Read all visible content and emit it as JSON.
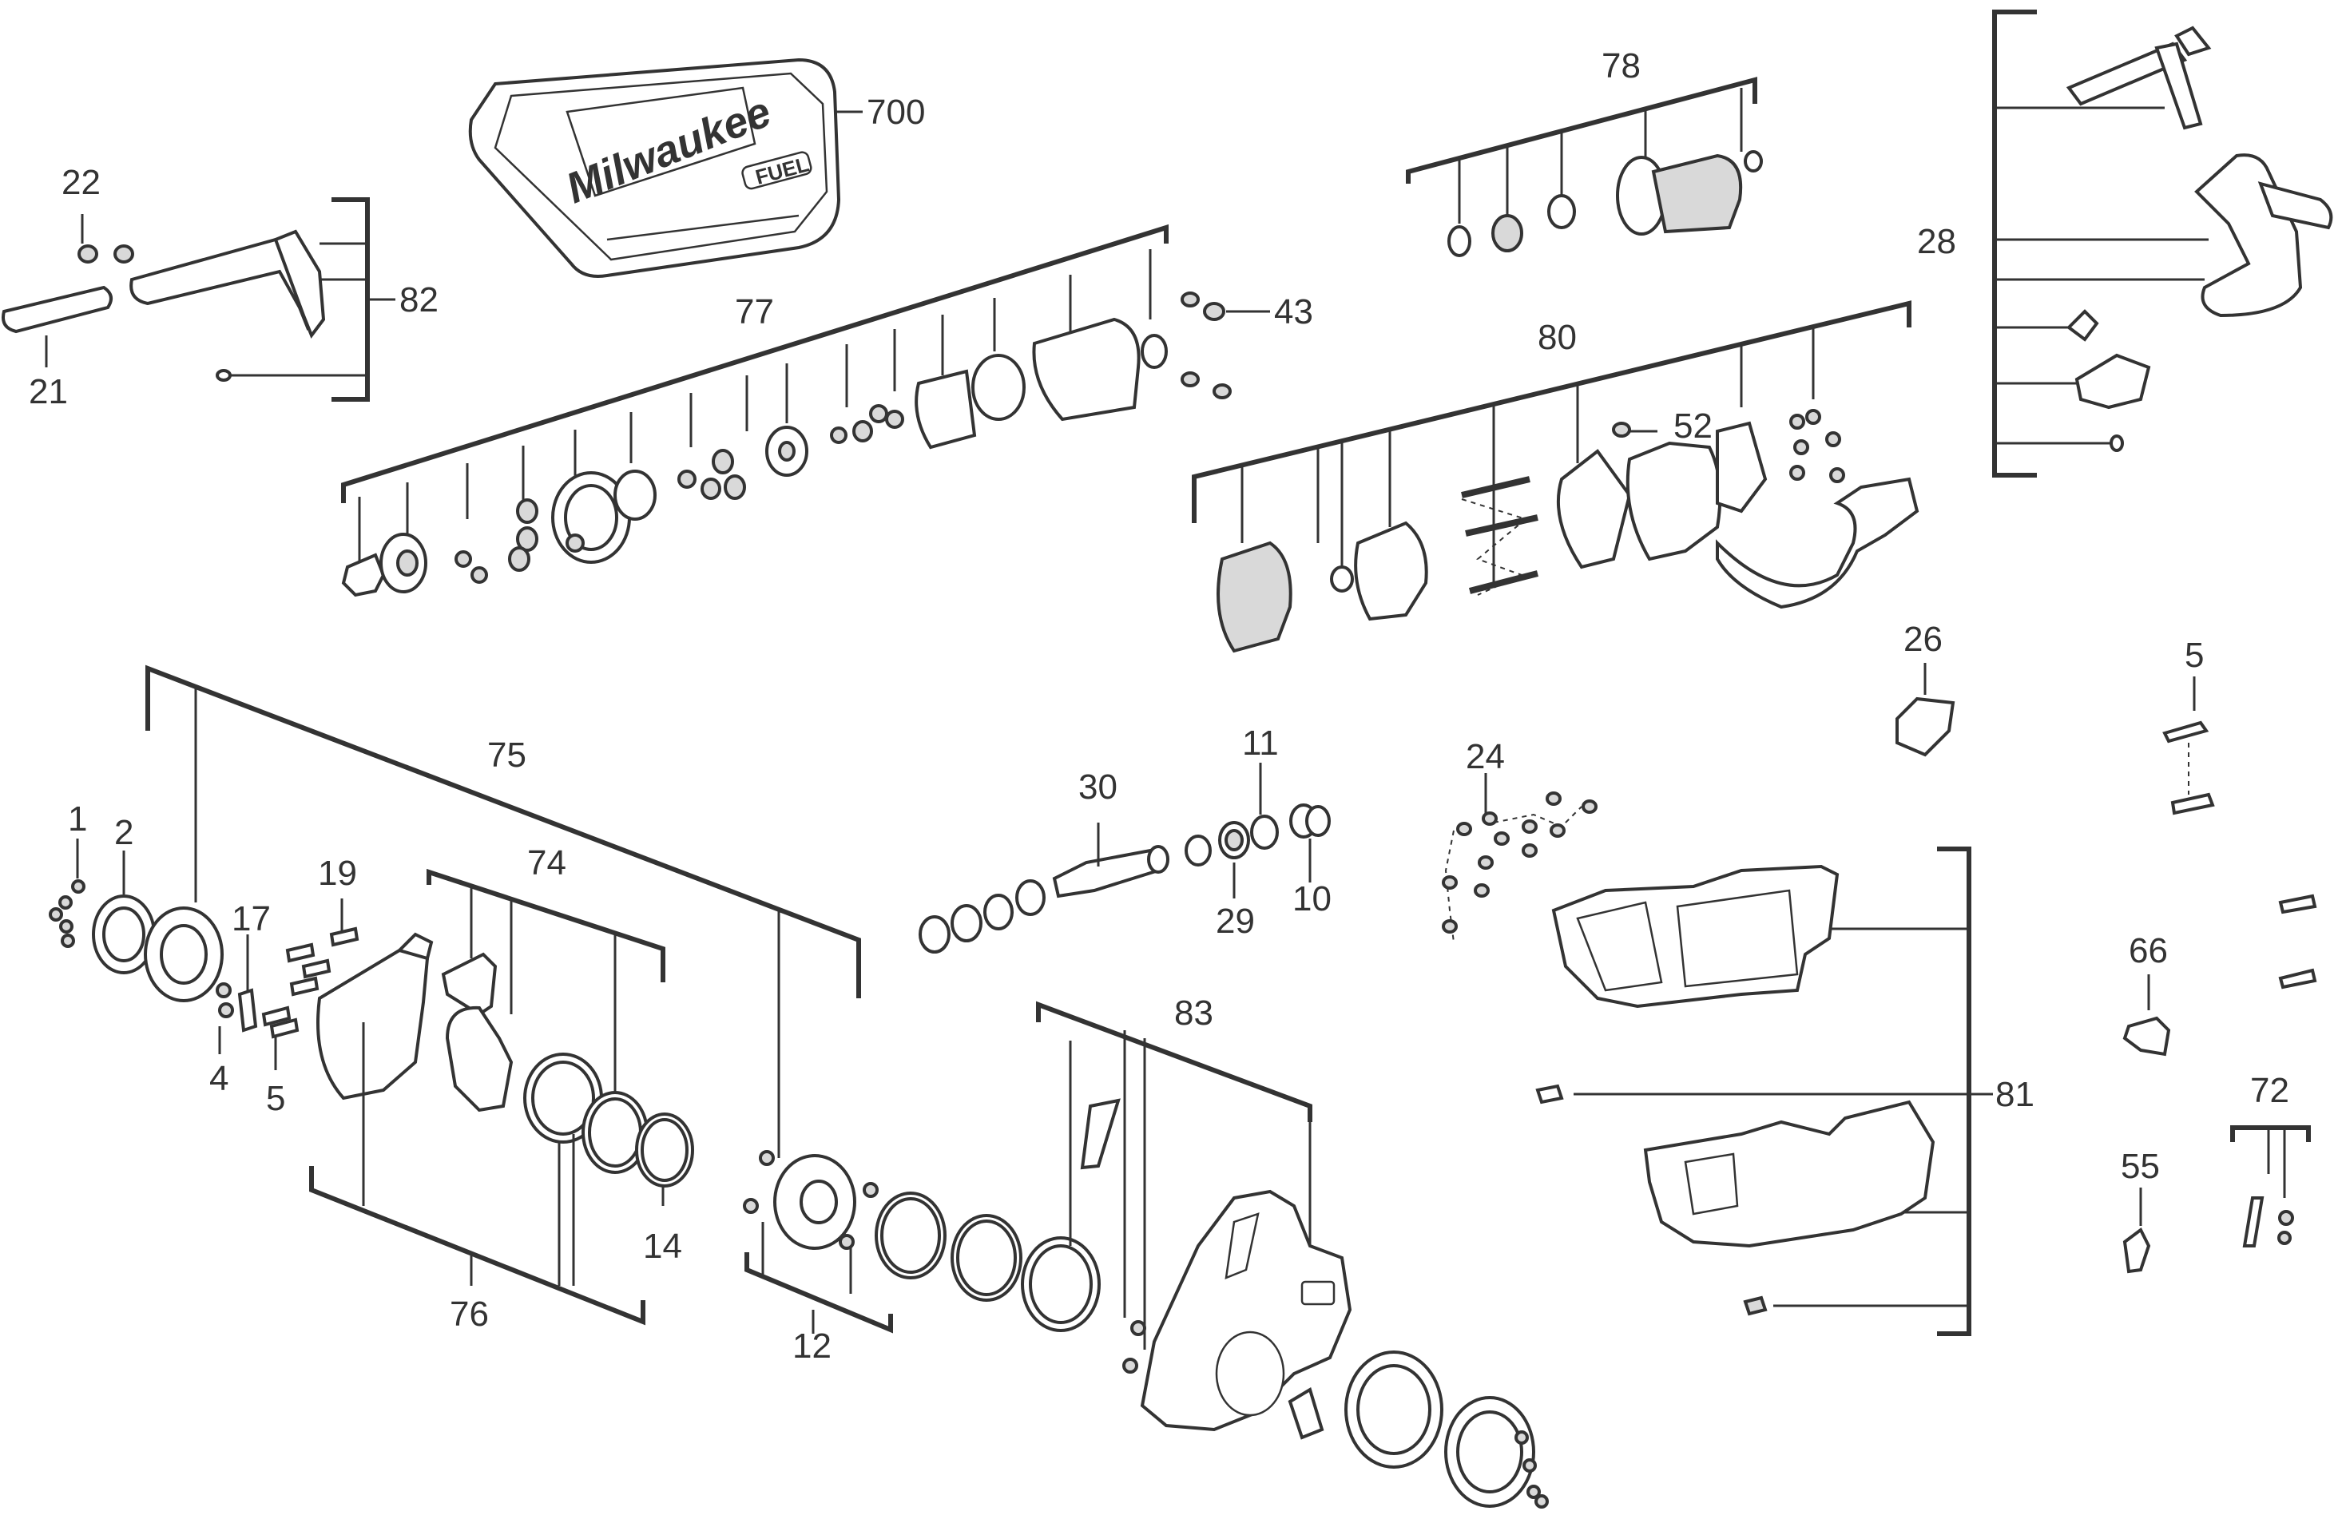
{
  "diagram": {
    "case_logo": "Milwaukee",
    "case_badge": "FUEL",
    "callouts": {
      "c700": "700",
      "c78": "78",
      "c28": "28",
      "c22": "22",
      "c82": "82",
      "c21": "21",
      "c77": "77",
      "c43": "43",
      "c80": "80",
      "c52": "52",
      "c26": "26",
      "c5a": "5",
      "c75": "75",
      "c30": "30",
      "c11": "11",
      "c24": "24",
      "c1": "1",
      "c2": "2",
      "c74": "74",
      "c19": "19",
      "c17": "17",
      "c4": "4",
      "c5b": "5",
      "c29": "29",
      "c10": "10",
      "c66": "66",
      "c83": "83",
      "c81": "81",
      "c72": "72",
      "c55": "55",
      "c14": "14",
      "c76": "76",
      "c12": "12"
    }
  }
}
